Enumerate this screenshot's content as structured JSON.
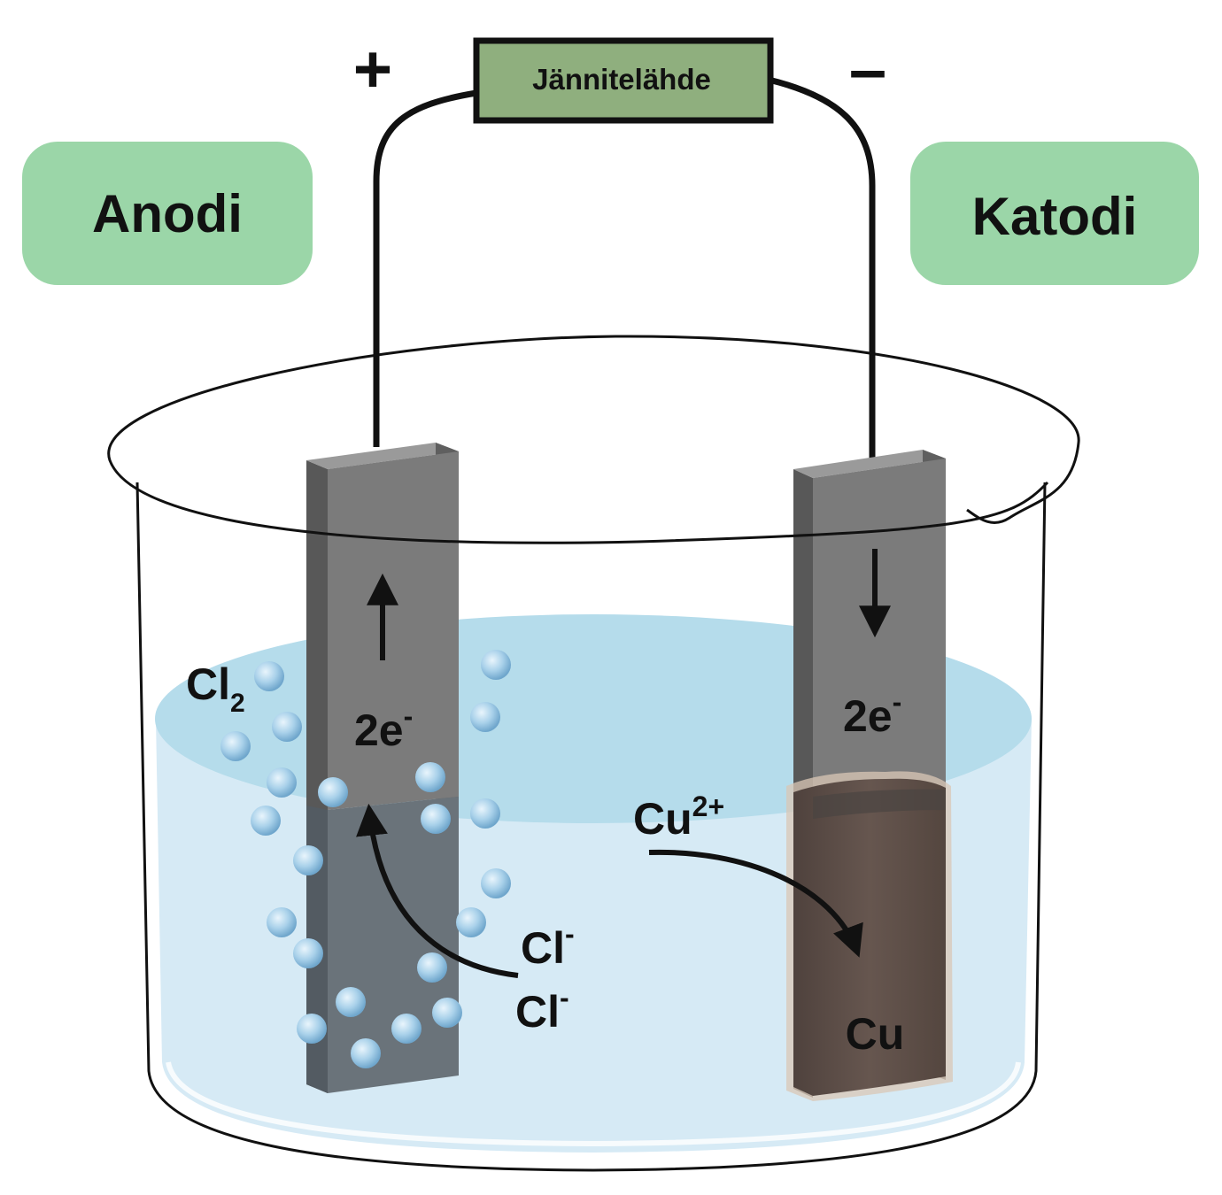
{
  "power_source": {
    "label": "Jännitelähde",
    "color": "#8faf7e"
  },
  "polarity": {
    "positive": "+",
    "negative": "–"
  },
  "electrodes": {
    "anode": {
      "label": "Anodi",
      "electrons": "2e",
      "electron_charge": "-"
    },
    "cathode": {
      "label": "Katodi",
      "electrons": "2e",
      "electron_charge": "-"
    }
  },
  "species": {
    "chlorine_gas": {
      "symbol": "Cl",
      "subscript": "2"
    },
    "chloride_1": {
      "symbol": "Cl",
      "charge": "-"
    },
    "chloride_2": {
      "symbol": "Cl",
      "charge": "-"
    },
    "copper_ion": {
      "symbol": "Cu",
      "charge": "2+"
    },
    "copper_metal": {
      "symbol": "Cu"
    }
  },
  "colors": {
    "label_box": "#9bd6a8",
    "solution": "#d6eaf5",
    "solution_surface": "#b5dceb",
    "electrode": "#7b7b7b",
    "electrode_submerged": "#6a737a",
    "copper_deposit": "#5e4f49",
    "bubble": "#9fc9e6"
  }
}
